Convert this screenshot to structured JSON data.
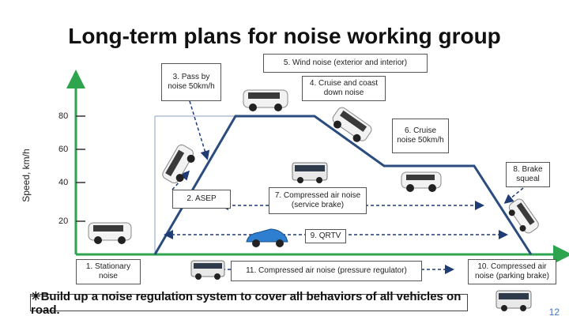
{
  "title": "Long-term plans for noise working group",
  "y_axis": {
    "label": "Speed, km/h",
    "ticks": [
      "80",
      "60",
      "40",
      "20"
    ]
  },
  "boxes": {
    "pass_by": "3. Pass by noise 50km/h",
    "wind": "5. Wind noise (exterior and interior)",
    "cruise_coast": "4. Cruise and coast down noise",
    "cruise_50": "6. Cruise noise 50km/h",
    "brake_squeal": "8. Brake squeal",
    "asep": "2. ASEP",
    "compressed_service": "7. Compressed air noise (service brake)",
    "qrtv": "9. QRTV",
    "stationary": "1. Stationary noise",
    "pressure_regulator": "11. Compressed air noise (pressure regulator)",
    "parking_brake": "10. Compressed air noise (parking brake)"
  },
  "footer": "✳Build up a noise regulation system to cover all behaviors of all vehicles on road.",
  "page_number": "12",
  "colors": {
    "axis": "#2ea44f",
    "profile": "#2b4c7e",
    "arrow": "#1f3c74",
    "page_number": "#4472c4"
  },
  "icons": [
    "van-icon",
    "bus-icon",
    "electric-car-icon"
  ]
}
